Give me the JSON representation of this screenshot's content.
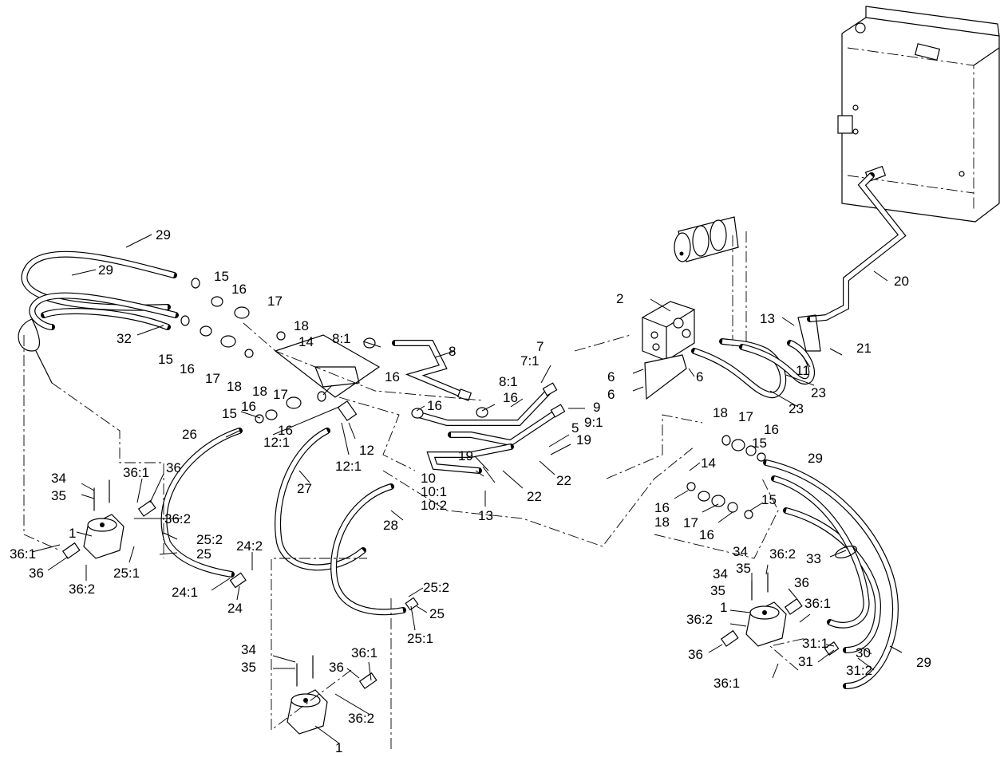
{
  "callouts": {
    "c1": "1",
    "c2": "1",
    "c3": "1",
    "c4": "2",
    "c5": "5",
    "c6": "6",
    "c7": "6",
    "c8": "6",
    "c9": "7",
    "c10": "7:1",
    "c11": "8",
    "c12": "8:1",
    "c13": "8:1",
    "c14": "9",
    "c15": "9:1",
    "c16": "10",
    "c17": "10:1",
    "c18": "10:2",
    "c19": "11",
    "c20": "12",
    "c21": "12:1",
    "c22": "12:1",
    "c23": "13",
    "c24": "13",
    "c25": "14",
    "c26": "14",
    "c27": "15",
    "c28": "15",
    "c29": "15",
    "c30": "15",
    "c31": "15",
    "c32": "16",
    "c33": "16",
    "c34": "16",
    "c35": "16",
    "c36": "16",
    "c37": "16",
    "c38": "16",
    "c39": "16",
    "c40": "16",
    "c41": "16",
    "c42": "17",
    "c43": "17",
    "c44": "17",
    "c45": "17",
    "c46": "17",
    "c47": "18",
    "c48": "18",
    "c49": "18",
    "c50": "18",
    "c51": "18",
    "c52": "19",
    "c53": "19",
    "c54": "20",
    "c55": "21",
    "c56": "22",
    "c57": "22",
    "c58": "23",
    "c59": "23",
    "c60": "24",
    "c61": "24:1",
    "c62": "24:2",
    "c63": "25",
    "c64": "25",
    "c65": "25:1",
    "c66": "25:1",
    "c67": "25:2",
    "c68": "25:2",
    "c69": "26",
    "c70": "27",
    "c71": "28",
    "c72": "29",
    "c73": "29",
    "c74": "29",
    "c75": "29",
    "c76": "30",
    "c77": "31",
    "c78": "31:1",
    "c79": "31:2",
    "c80": "32",
    "c81": "33",
    "c82": "34",
    "c83": "34",
    "c84": "34",
    "c85": "34",
    "c86": "35",
    "c87": "35",
    "c88": "35",
    "c89": "35",
    "c90": "36",
    "c91": "36",
    "c92": "36",
    "c93": "36",
    "c94": "36",
    "c95": "36:1",
    "c96": "36:1",
    "c97": "36:1",
    "c98": "36:1",
    "c99": "36:1",
    "c100": "36:2",
    "c101": "36:2",
    "c102": "36:2",
    "c103": "36:2",
    "c104": "36:2"
  }
}
